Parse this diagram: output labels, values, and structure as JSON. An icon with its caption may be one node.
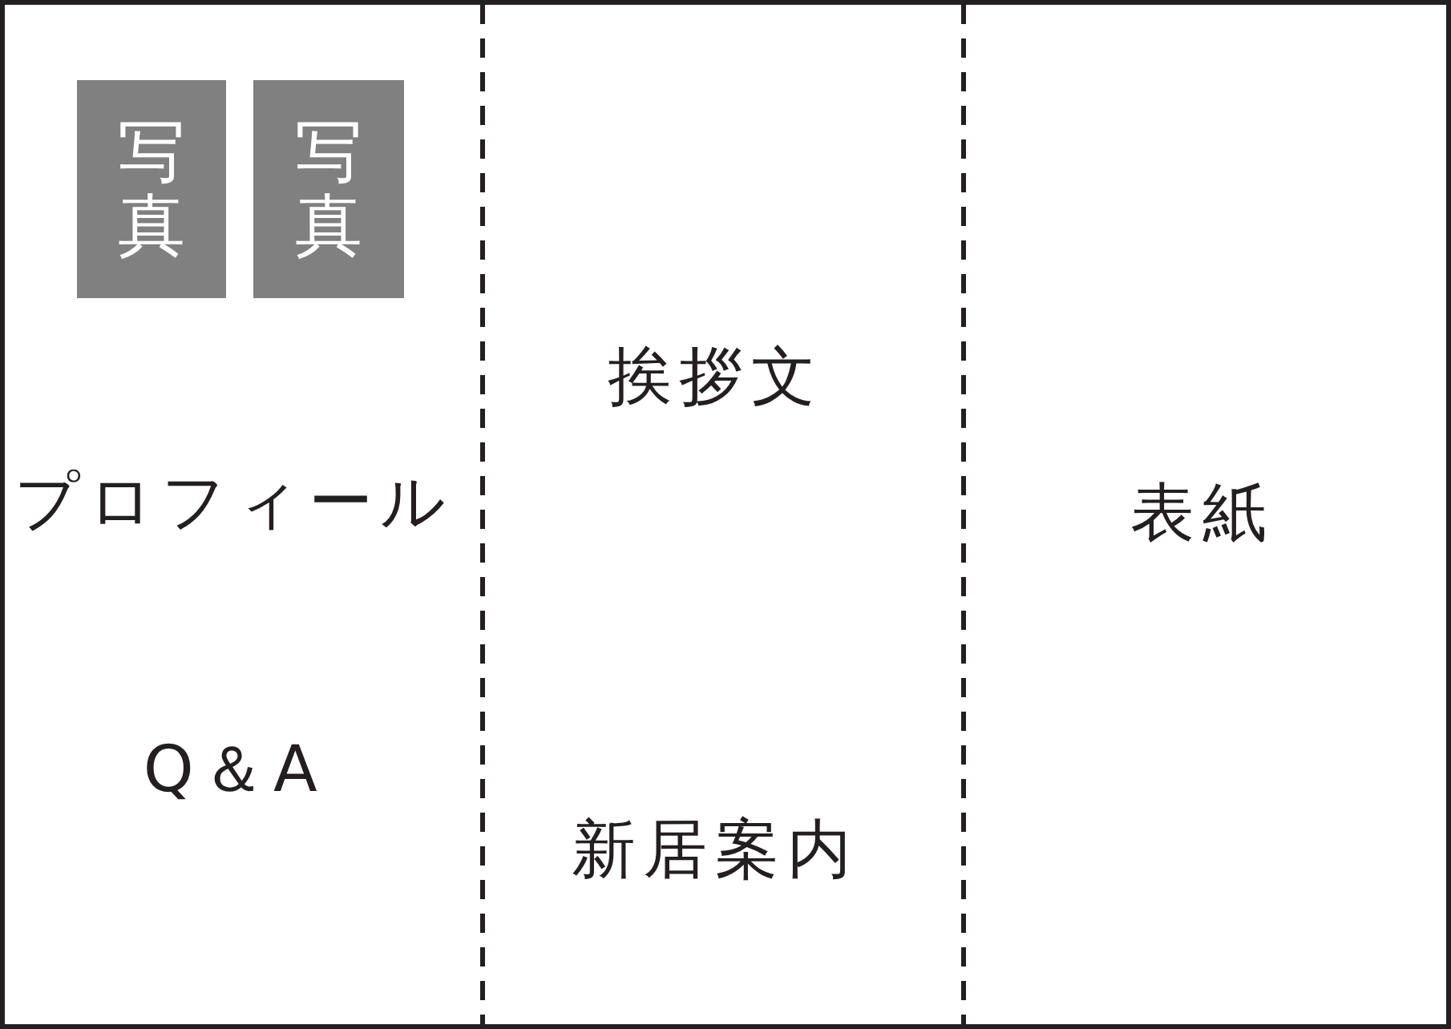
{
  "diagram": {
    "nodes": [
      {
        "text": [
          "写真"
        ]
      },
      {
        "text": [
          "写真"
        ]
      }
    ],
    "labels": [
      "プロフィール",
      "Q＆A",
      "挨拶文",
      "新居案内",
      "表紙"
    ]
  }
}
